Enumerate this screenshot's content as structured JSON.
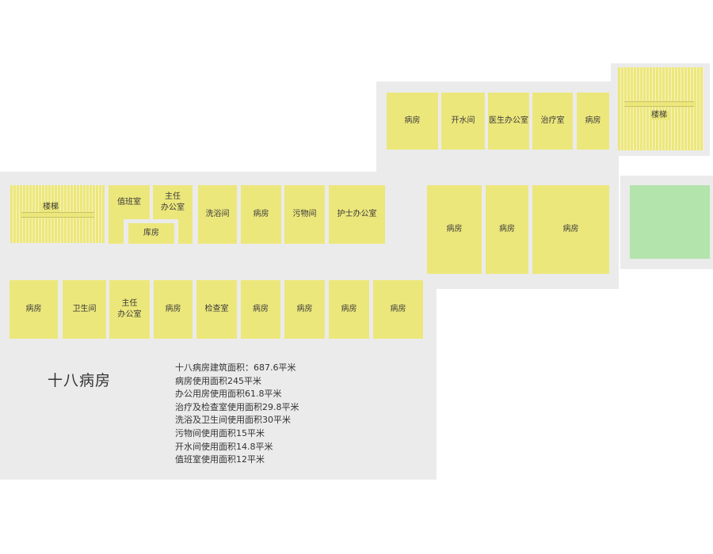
{
  "ward_title": "十八病房",
  "stats": [
    "十八病房建筑面积：687.6平米",
    "病房使用面积245平米",
    "办公用房使用面积61.8平米",
    "治疗及检查室使用面积29.8平米",
    "洗浴及卫生间使用面积30平米",
    "污物间使用面积15平米",
    "开水间使用面积14.8平米",
    "值班室使用面积12平米"
  ],
  "rooms": {
    "top_ward_1": "病房",
    "water_room": "开水间",
    "doctor_office": "医生办公室",
    "treatment_room": "治疗室",
    "top_ward_2": "病房",
    "stair_right": "楼梯",
    "stair_left": "楼梯",
    "duty_room": "值班室",
    "director_office_1": "主任\n办公室",
    "storage": "库房",
    "bath_room": "洗浴间",
    "mid_ward": "病房",
    "dirty_room": "污物间",
    "nurse_office": "护士办公室",
    "right_ward_1": "病房",
    "right_ward_2": "病房",
    "right_ward_3": "病房",
    "bottom_ward_1": "病房",
    "toilet": "卫生间",
    "director_office_2": "主任\n办公室",
    "bottom_ward_2": "病房",
    "exam_room": "检查室",
    "bottom_ward_3": "病房",
    "bottom_ward_4": "病房",
    "bottom_ward_5": "病房",
    "bottom_ward_6": "病房"
  },
  "colors": {
    "floor": "#ebebeb",
    "room": "#ece77b",
    "green_area": "#b3e4ac"
  }
}
